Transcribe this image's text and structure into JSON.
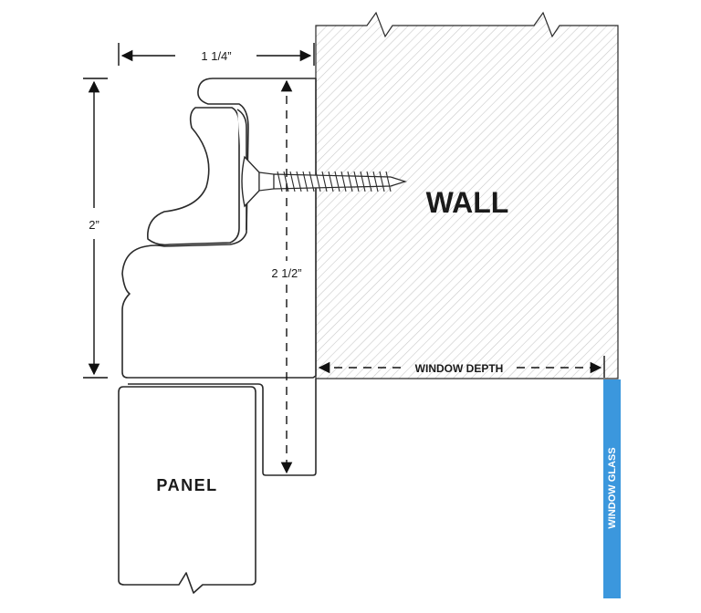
{
  "labels": {
    "wall": "WALL",
    "panel": "PANEL",
    "window_depth": "WINDOW DEPTH",
    "window_glass": "WINDOW GLASS",
    "dim_width": "1 1/4”",
    "dim_height": "2”",
    "dim_depth": "2 1/2”"
  },
  "colors": {
    "outline": "#2a2a2a",
    "hatch": "#c9c9c9",
    "glass": "#3b97dd",
    "text": "#1a1a1a"
  }
}
